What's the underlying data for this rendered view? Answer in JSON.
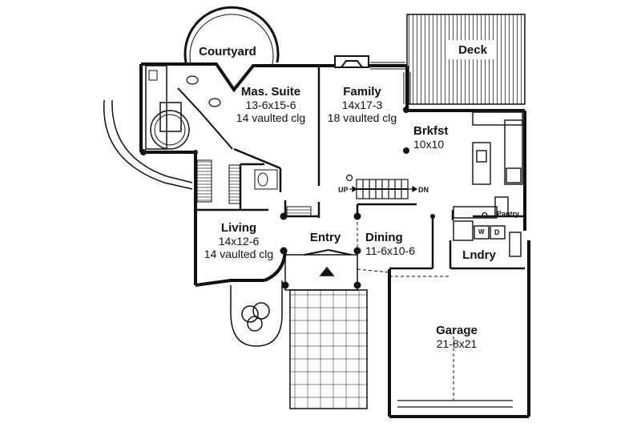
{
  "rooms": {
    "courtyard": {
      "name": "Courtyard"
    },
    "deck": {
      "name": "Deck"
    },
    "master_suite": {
      "name": "Mas. Suite",
      "size": "13-6x15-6",
      "note": "14 vaulted clg"
    },
    "family": {
      "name": "Family",
      "size": "14x17-3",
      "note": "18 vaulted clg"
    },
    "breakfast": {
      "name": "Brkfst",
      "size": "10x10"
    },
    "living": {
      "name": "Living",
      "size": "14x12-6",
      "note": "14 vaulted clg"
    },
    "entry": {
      "name": "Entry"
    },
    "dining": {
      "name": "Dining",
      "size": "11-6x10-6"
    },
    "laundry": {
      "name": "Lndry"
    },
    "pantry": {
      "name": "Pantry"
    },
    "garage": {
      "name": "Garage",
      "size": "21-8x21"
    }
  },
  "stair": {
    "up": "UP",
    "down": "DN"
  },
  "fixtures": {
    "oven": "O",
    "washer": "W",
    "dryer": "D"
  }
}
